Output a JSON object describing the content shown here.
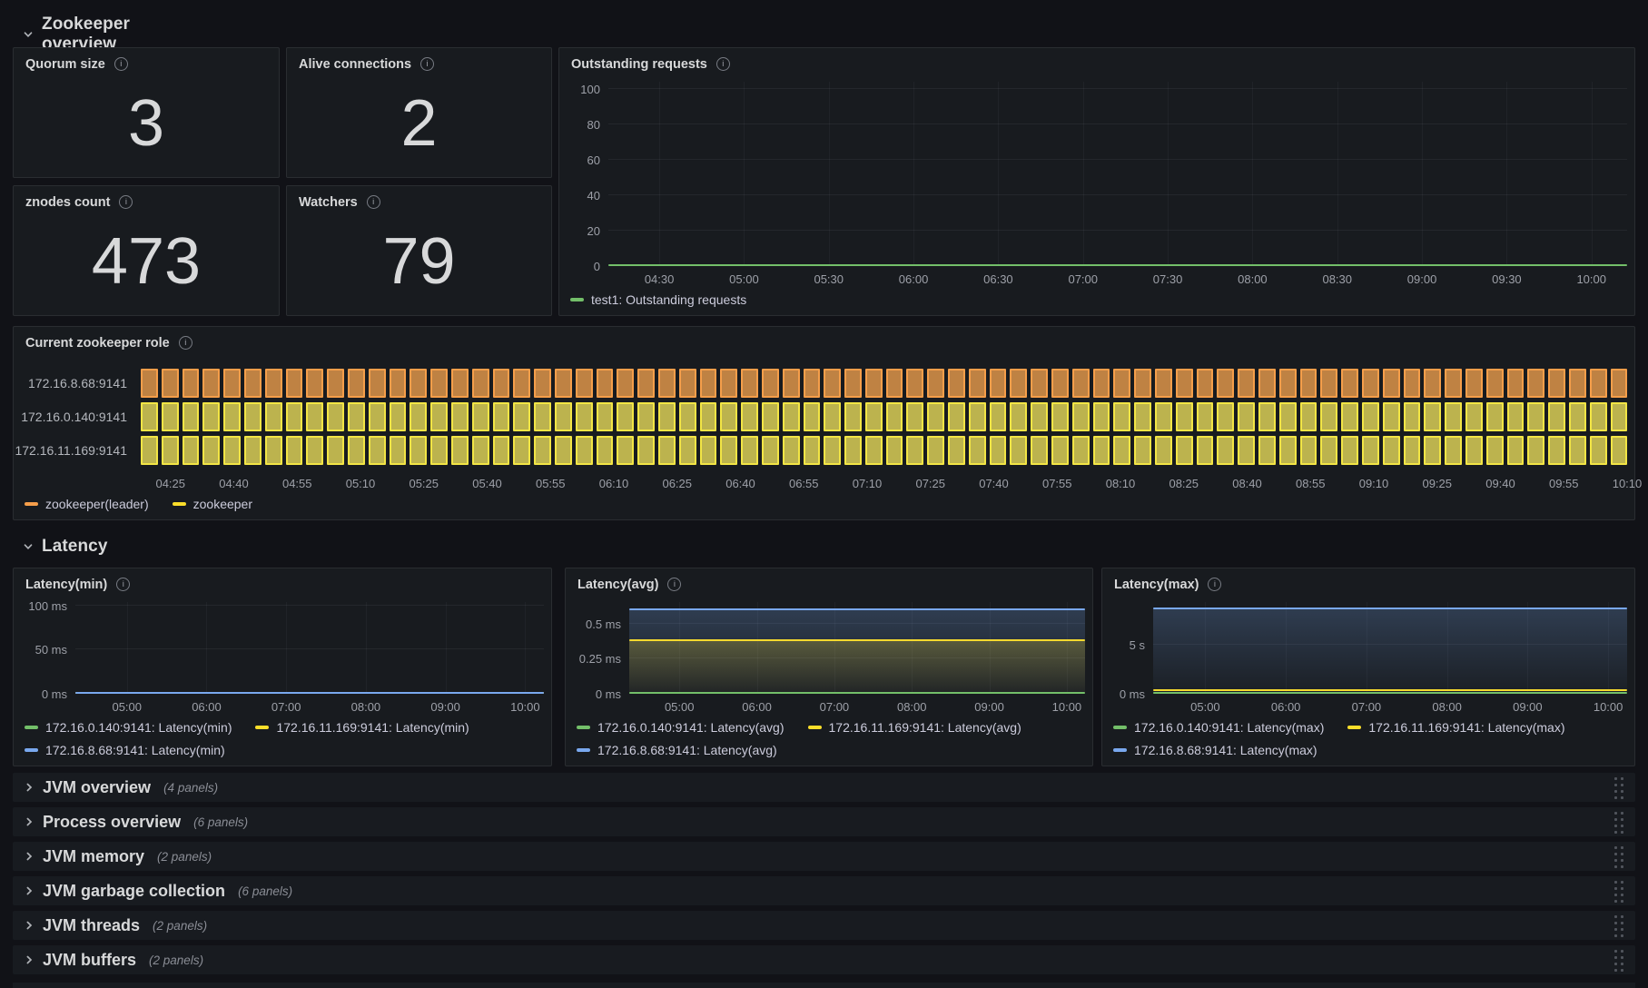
{
  "sections": {
    "overview_title": "Zookeeper overview",
    "latency_title": "Latency"
  },
  "stats": [
    {
      "title": "Quorum size",
      "value": "3"
    },
    {
      "title": "Alive connections",
      "value": "2"
    },
    {
      "title": "znodes count",
      "value": "473"
    },
    {
      "title": "Watchers",
      "value": "79"
    }
  ],
  "collapsed_rows": [
    {
      "title": "JVM overview",
      "count": "(4 panels)"
    },
    {
      "title": "Process overview",
      "count": "(6 panels)"
    },
    {
      "title": "JVM memory",
      "count": "(2 panels)"
    },
    {
      "title": "JVM garbage collection",
      "count": "(6 panels)"
    },
    {
      "title": "JVM threads",
      "count": "(2 panels)"
    },
    {
      "title": "JVM buffers",
      "count": "(2 panels)"
    }
  ],
  "colors": {
    "green": "#73BF69",
    "yellow": "#FADE2A",
    "blue": "#79A8EE",
    "orange": "#F59E4A"
  },
  "chart_data": [
    {
      "type": "line",
      "title": "Outstanding requests",
      "x_ticks": [
        "04:30",
        "05:00",
        "05:30",
        "06:00",
        "06:30",
        "07:00",
        "07:30",
        "08:00",
        "08:30",
        "09:00",
        "09:30",
        "10:00"
      ],
      "y_ticks": [
        {
          "v": 0,
          "label": "0"
        },
        {
          "v": 20,
          "label": "20"
        },
        {
          "v": 40,
          "label": "40"
        },
        {
          "v": 60,
          "label": "60"
        },
        {
          "v": 80,
          "label": "80"
        },
        {
          "v": 100,
          "label": "100"
        }
      ],
      "ylim": [
        0,
        104
      ],
      "grid": true,
      "legend_position": "bottom",
      "series": [
        {
          "name": "test1: Outstanding requests",
          "color": "#73BF69",
          "value": 0,
          "fill": false
        }
      ],
      "legend_rows": [
        [
          {
            "label": "test1: Outstanding requests",
            "color": "#73BF69"
          }
        ]
      ],
      "ylabel_w": 46,
      "x_pad": [
        5,
        3.5
      ]
    },
    {
      "type": "state-timeline",
      "title": "Current zookeeper role",
      "rows": [
        {
          "label": "172.16.8.68:9141",
          "state": "leader",
          "state_label": "zookeeper(leader)"
        },
        {
          "label": "172.16.0.140:9141",
          "state": "follower",
          "state_label": "zookeeper"
        },
        {
          "label": "172.16.11.169:9141",
          "state": "follower",
          "state_label": "zookeeper"
        }
      ],
      "colors": {
        "leader": {
          "border": "#F59E4A",
          "fill": "#BF8243"
        },
        "follower": {
          "border": "#F2E545",
          "fill": "#BCB34E"
        }
      },
      "bar_count": 72,
      "x_ticks": [
        "04:25",
        "04:40",
        "04:55",
        "05:10",
        "05:25",
        "05:40",
        "05:55",
        "06:10",
        "06:25",
        "06:40",
        "06:55",
        "07:10",
        "07:25",
        "07:40",
        "07:55",
        "08:10",
        "08:25",
        "08:40",
        "08:55",
        "09:10",
        "09:25",
        "09:40",
        "09:55",
        "10:10"
      ],
      "legend_rows": [
        [
          {
            "label": "zookeeper(leader)",
            "color": "#F59E4A"
          },
          {
            "label": "zookeeper",
            "color": "#FADE2A"
          }
        ]
      ],
      "label_w": 132,
      "x_pad": [
        2,
        0
      ]
    },
    {
      "type": "line",
      "title": "Latency(min)",
      "x_ticks": [
        "05:00",
        "06:00",
        "07:00",
        "08:00",
        "09:00",
        "10:00"
      ],
      "y_ticks": [
        {
          "v": 0,
          "label": "0 ms"
        },
        {
          "v": 50,
          "label": "50 ms"
        },
        {
          "v": 100,
          "label": "100 ms"
        }
      ],
      "ylim": [
        0,
        104
      ],
      "unit": "ms",
      "series": [
        {
          "name": "172.16.0.140:9141: Latency(min)",
          "color": "#73BF69",
          "value": 0,
          "fill": false
        },
        {
          "name": "172.16.11.169:9141: Latency(min)",
          "color": "#F5D92E",
          "value": 0,
          "fill": false
        },
        {
          "name": "172.16.8.68:9141: Latency(min)",
          "color": "#79A8EE",
          "value": 0,
          "fill": false
        }
      ],
      "legend_rows": [
        [
          {
            "label": "172.16.0.140:9141: Latency(min)",
            "color": "#73BF69"
          },
          {
            "label": "172.16.11.169:9141: Latency(min)",
            "color": "#FADE2A"
          }
        ],
        [
          {
            "label": "172.16.8.68:9141: Latency(min)",
            "color": "#79A8EE"
          }
        ]
      ],
      "ylabel_w": 60,
      "x_pad": [
        11,
        4
      ]
    },
    {
      "type": "line",
      "title": "Latency(avg)",
      "x_ticks": [
        "05:00",
        "06:00",
        "07:00",
        "08:00",
        "09:00",
        "10:00"
      ],
      "y_ticks": [
        {
          "v": 0,
          "label": "0 ms"
        },
        {
          "v": 0.25,
          "label": "0.25 ms"
        },
        {
          "v": 0.5,
          "label": "0.5 ms"
        }
      ],
      "ylim": [
        0,
        0.655
      ],
      "unit": "ms",
      "series": [
        {
          "name": "172.16.8.68:9141: Latency(avg)",
          "color": "#79A8EE",
          "value": 0.6,
          "fill": true
        },
        {
          "name": "172.16.11.169:9141: Latency(avg)",
          "color": "#F5D92E",
          "value": 0.38,
          "fill": true
        },
        {
          "name": "172.16.0.140:9141: Latency(avg)",
          "color": "#73BF69",
          "value": 0.008,
          "fill": false
        }
      ],
      "legend_rows": [
        [
          {
            "label": "172.16.0.140:9141: Latency(avg)",
            "color": "#73BF69"
          },
          {
            "label": "172.16.11.169:9141: Latency(avg)",
            "color": "#FADE2A"
          }
        ],
        [
          {
            "label": "172.16.8.68:9141: Latency(avg)",
            "color": "#79A8EE"
          }
        ]
      ],
      "ylabel_w": 62,
      "x_pad": [
        11,
        4
      ]
    },
    {
      "type": "line",
      "title": "Latency(max)",
      "x_ticks": [
        "05:00",
        "06:00",
        "07:00",
        "08:00",
        "09:00",
        "10:00"
      ],
      "y_ticks": [
        {
          "v": 0,
          "label": "0 ms"
        },
        {
          "v": 5,
          "label": "5 s"
        }
      ],
      "ylim": [
        0,
        9.4
      ],
      "unit": "s",
      "series": [
        {
          "name": "172.16.8.68:9141: Latency(max)",
          "color": "#79A8EE",
          "value": 8.75,
          "fill": true
        },
        {
          "name": "172.16.11.169:9141: Latency(max)",
          "color": "#F5D92E",
          "value": 0.42,
          "fill": false
        },
        {
          "name": "172.16.0.140:9141: Latency(max)",
          "color": "#73BF69",
          "value": 0.07,
          "fill": false
        }
      ],
      "legend_rows": [
        [
          {
            "label": "172.16.0.140:9141: Latency(max)",
            "color": "#73BF69"
          },
          {
            "label": "172.16.11.169:9141: Latency(max)",
            "color": "#FADE2A"
          }
        ],
        [
          {
            "label": "172.16.8.68:9141: Latency(max)",
            "color": "#79A8EE"
          }
        ]
      ],
      "ylabel_w": 48,
      "x_pad": [
        11,
        4
      ]
    }
  ]
}
